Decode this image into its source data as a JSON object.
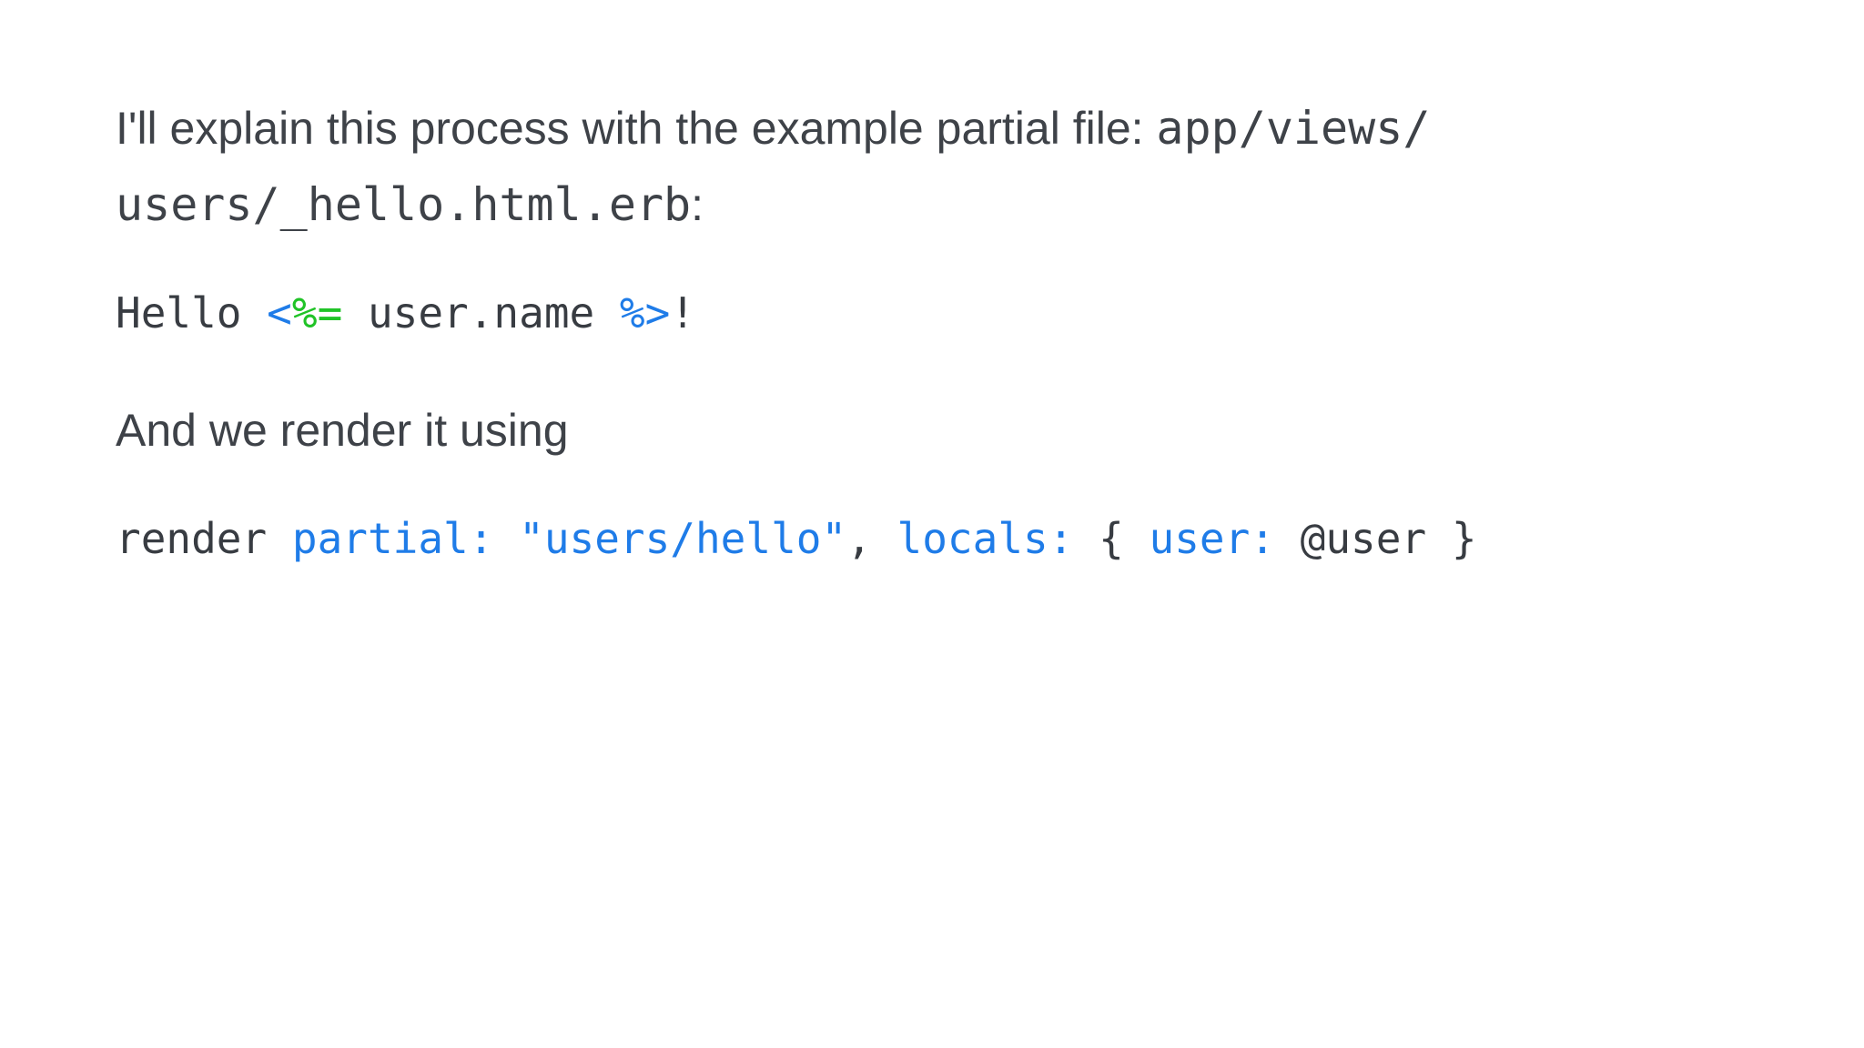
{
  "colors": {
    "background": "#ffffff",
    "text": "#3e4248",
    "code": "#383c42",
    "blue": "#1f7ce8",
    "green": "#20c327"
  },
  "article": {
    "intro_paragraph": {
      "segments": [
        {
          "t": "I'll explain this process with the example partial file: ",
          "style": "sans"
        },
        {
          "t": "app/views/",
          "style": "code"
        },
        {
          "br": true
        },
        {
          "t": "users/_hello.html.erb",
          "style": "code"
        },
        {
          "t": ":",
          "style": "sans"
        }
      ]
    },
    "erb_code_line": {
      "segments": [
        {
          "t": "Hello ",
          "style": "code"
        },
        {
          "t": "<",
          "style": "code-blue"
        },
        {
          "t": "%=",
          "style": "code-green"
        },
        {
          "t": " user.name ",
          "style": "code"
        },
        {
          "t": "%>",
          "style": "code-blue"
        },
        {
          "t": "!",
          "style": "code"
        }
      ]
    },
    "render_intro_paragraph": {
      "text": "And we render it using"
    },
    "render_code_line": {
      "segments": [
        {
          "t": "render ",
          "style": "code"
        },
        {
          "t": "partial: ",
          "style": "code-blue"
        },
        {
          "t": "\"users/hello\"",
          "style": "code-blue"
        },
        {
          "t": ", ",
          "style": "code"
        },
        {
          "t": "locals: ",
          "style": "code-blue"
        },
        {
          "t": "{ ",
          "style": "code"
        },
        {
          "t": "user: ",
          "style": "code-blue"
        },
        {
          "t": "@user ",
          "style": "code"
        },
        {
          "t": "}",
          "style": "code"
        }
      ]
    }
  }
}
